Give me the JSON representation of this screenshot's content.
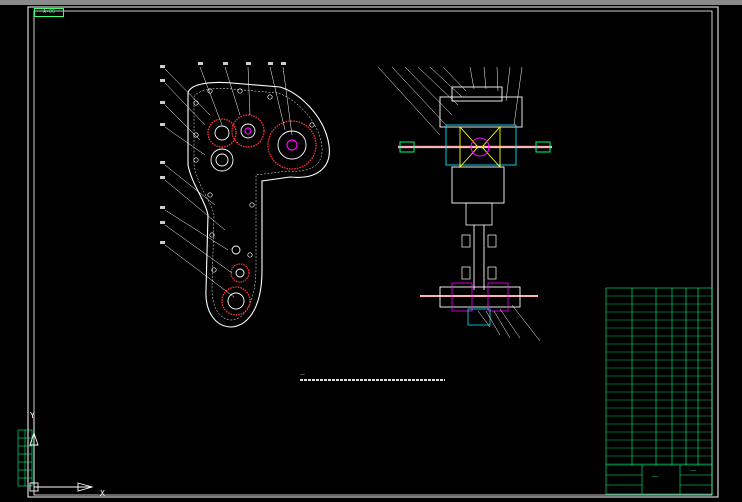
{
  "drawing": {
    "sheet_tag": "A-05",
    "bottom_note": "——",
    "colors": {
      "background": "#000000",
      "frame": "#ffffff",
      "table": "#00ff7f",
      "cyan_lines": "#00e5ff",
      "gears": "#ff3333",
      "parts": "#ffffff",
      "magenta": "#ff00ff",
      "yellow": "#ffff00"
    }
  },
  "ucs": {
    "x_axis": "X",
    "y_axis": "Y"
  },
  "title_block": {
    "name_cell": "——",
    "scale_cell": "——"
  }
}
